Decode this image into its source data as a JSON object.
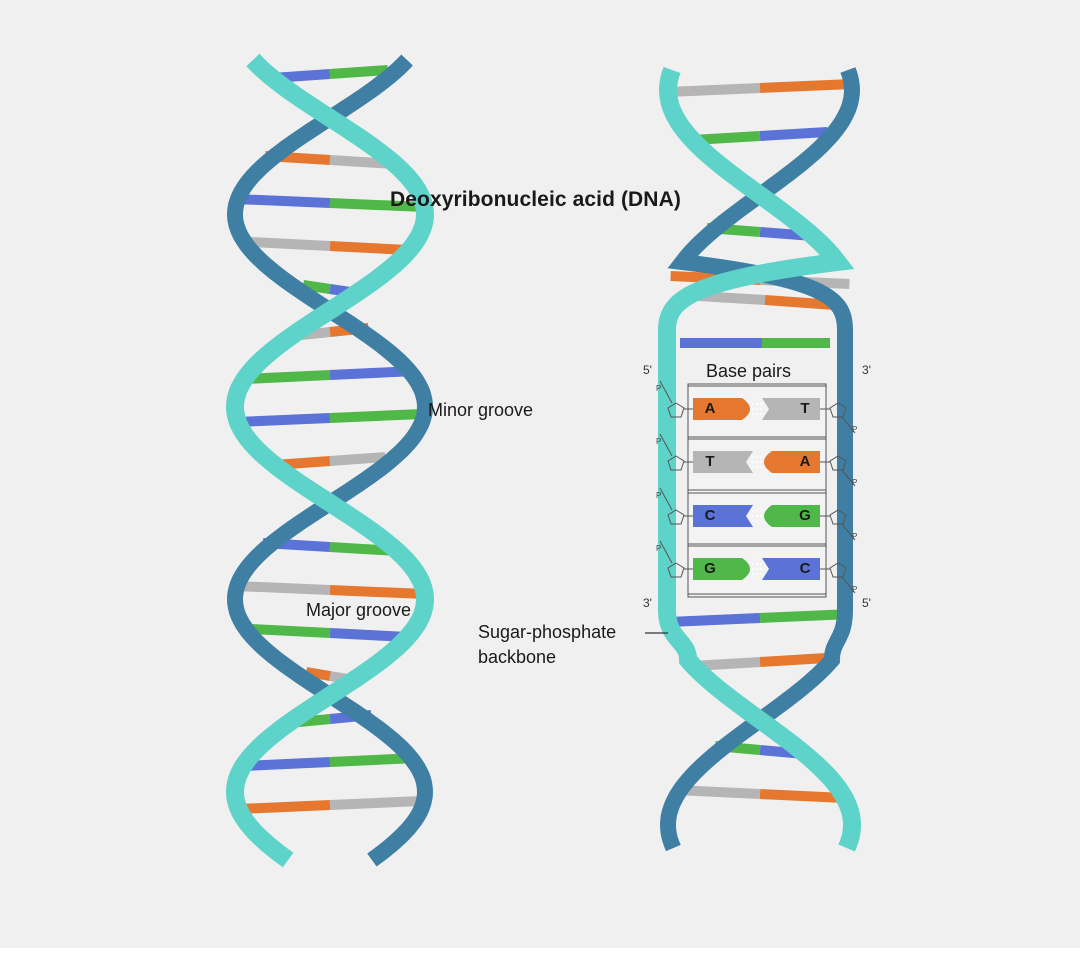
{
  "title": "Deoxyribonucleic acid (DNA)",
  "labels": {
    "minor_groove": "Minor groove",
    "major_groove": "Major groove",
    "base_pairs": "Base pairs",
    "backbone_line1": "Sugar-phosphate",
    "backbone_line2": "backbone"
  },
  "strand_ends": {
    "left_top": "5'",
    "right_top": "3'",
    "left_bottom": "3'",
    "right_bottom": "5'"
  },
  "phosphate_label": "P",
  "base_pairs": [
    {
      "left": "A",
      "right": "T"
    },
    {
      "left": "T",
      "right": "A"
    },
    {
      "left": "C",
      "right": "G"
    },
    {
      "left": "G",
      "right": "C"
    }
  ],
  "colors": {
    "background": "#f0f0f0",
    "strand_light": "#5ed3c9",
    "strand_dark": "#3f7fa3",
    "adenine": "#e5772f",
    "thymine": "#b5b5b5",
    "cytosine": "#5b72d6",
    "guanine": "#4fb848"
  }
}
